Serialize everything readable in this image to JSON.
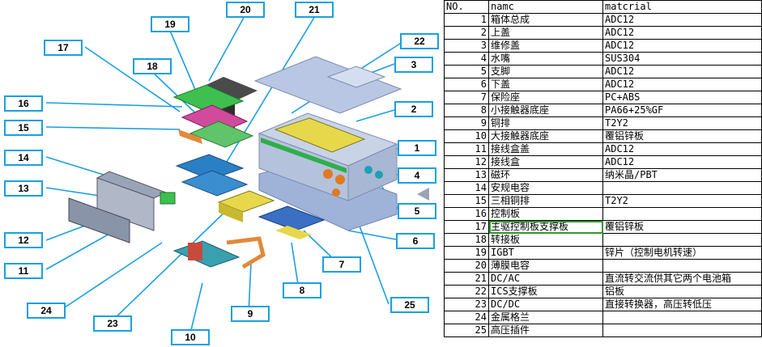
{
  "table": {
    "headers": {
      "no": "NO.",
      "name": "namc",
      "material": "matcrial"
    },
    "rows": [
      {
        "no": "1",
        "name": "箱体总成",
        "material": "ADC12"
      },
      {
        "no": "2",
        "name": "上盖",
        "material": "ADC12"
      },
      {
        "no": "3",
        "name": "维修盖",
        "material": "ADC12"
      },
      {
        "no": "4",
        "name": "水嘴",
        "material": "SUS304"
      },
      {
        "no": "5",
        "name": "支脚",
        "material": "ADC12"
      },
      {
        "no": "6",
        "name": "下盖",
        "material": "ADC12"
      },
      {
        "no": "7",
        "name": "保险座",
        "material": "PC+ABS"
      },
      {
        "no": "8",
        "name": "小接触器底座",
        "material": "PA66+25%GF"
      },
      {
        "no": "9",
        "name": "铜排",
        "material": "T2Y2"
      },
      {
        "no": "10",
        "name": "大接触器底座",
        "material": "覆铝锌板"
      },
      {
        "no": "11",
        "name": "接线盒盖",
        "material": "ADC12"
      },
      {
        "no": "12",
        "name": "接线盒",
        "material": "ADC12"
      },
      {
        "no": "13",
        "name": "磁环",
        "material": "纳米晶/PBT"
      },
      {
        "no": "14",
        "name": "安规电容",
        "material": ""
      },
      {
        "no": "15",
        "name": "三相铜排",
        "material": "T2Y2"
      },
      {
        "no": "16",
        "name": "控制板",
        "material": ""
      },
      {
        "no": "17",
        "name": "主驱控制板支撑板",
        "material": "覆铝锌板"
      },
      {
        "no": "18",
        "name": "转接板",
        "material": ""
      },
      {
        "no": "19",
        "name": "IGBT",
        "material": "锌片（控制电机转速）"
      },
      {
        "no": "20",
        "name": "薄膜电容",
        "material": ""
      },
      {
        "no": "21",
        "name": "DC/AC",
        "material": "直流转交流供其它两个电池箱"
      },
      {
        "no": "22",
        "name": "ICS支撑板",
        "material": "铝板"
      },
      {
        "no": "23",
        "name": "DC/DC",
        "material": "直接转换器，高压转低压"
      },
      {
        "no": "24",
        "name": "金属格兰",
        "material": ""
      },
      {
        "no": "25",
        "name": "高压插件",
        "material": ""
      }
    ]
  },
  "callouts": [
    "20",
    "21",
    "19",
    "22",
    "17",
    "18",
    "3",
    "16",
    "2",
    "15",
    "1",
    "14",
    "4",
    "13",
    "5",
    "12",
    "6",
    "11",
    "7",
    "24",
    "8",
    "9",
    "23",
    "10",
    "25"
  ],
  "colors": {
    "callout_border": "#1aa0e0",
    "leader": "#1aa0e0",
    "selection": "#2e9b2e"
  }
}
